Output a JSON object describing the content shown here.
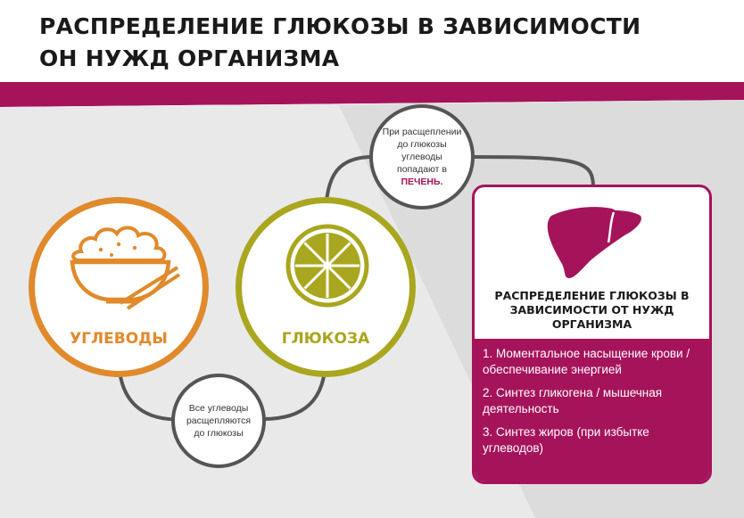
{
  "header": {
    "title_line1": "РАСПРЕДЕЛЕНИЕ ГЛЮКОЗЫ В ЗАВИСИМОСТИ",
    "title_line2": "ОН НУЖД ОРГАНИЗМА"
  },
  "nodes": {
    "carbs": {
      "label": "УГЛЕВОДЫ",
      "icon": "rice-bowl-chopsticks-icon",
      "color": "#e08a2c"
    },
    "glucose": {
      "label": "ГЛЮКОЗА",
      "icon": "lemon-slice-icon",
      "color": "#a9a61f"
    },
    "note_top": {
      "text": "При расщеплении до глюкозы углеводы попадают в",
      "highlight": "ПЕЧЕНЬ."
    },
    "note_bottom": {
      "text": "Все углеводы расщепляются до глюкозы"
    }
  },
  "card": {
    "icon": "liver-icon",
    "title": "РАСПРЕДЕЛЕНИЕ ГЛЮКОЗЫ В ЗАВИСИМОСТИ ОТ НУЖД ОРГАНИЗМА",
    "items": [
      "1. Моментальное насыщение крови / обеспечивание энергией",
      "2. Синтез гликогена / мышечная деятельность",
      "3. Синтез жиров (при избытке углеводов)"
    ],
    "accent": "#a5135b"
  }
}
